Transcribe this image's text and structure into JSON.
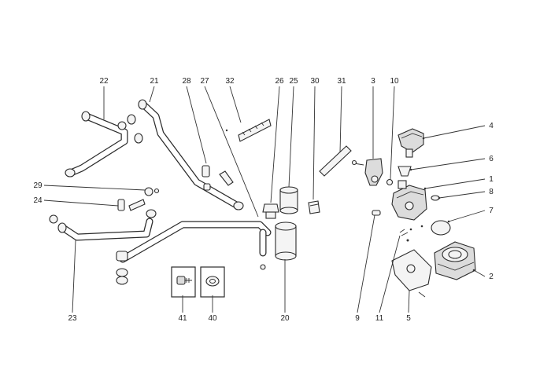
{
  "diagram": {
    "labels": {
      "l22": "22",
      "l21": "21",
      "l28": "28",
      "l27": "27",
      "l32": "32",
      "l26": "26",
      "l25": "25",
      "l30": "30",
      "l31": "31",
      "l3": "3",
      "l10": "10",
      "l4": "4",
      "l6": "6",
      "l1": "1",
      "l8": "8",
      "l7": "7",
      "l29": "29",
      "l24": "24",
      "l23": "23",
      "l41": "41",
      "l40": "40",
      "l20": "20",
      "l9": "9",
      "l11": "11",
      "l5": "5",
      "l2": "2"
    }
  }
}
